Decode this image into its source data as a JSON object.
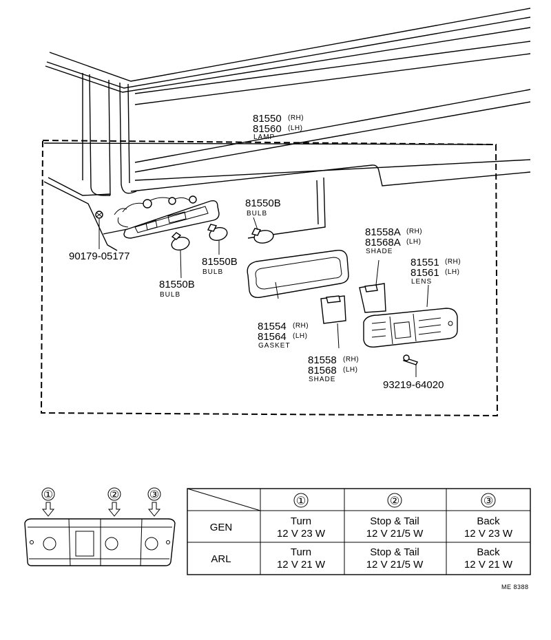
{
  "labels": {
    "lamp_rh": "81550",
    "lamp_rh_side": "(RH)",
    "lamp_lh": "81560",
    "lamp_lh_side": "(LH)",
    "lamp_name": "LAMP",
    "bulb_top_no": "81550B",
    "bulb_top_name": "BULB",
    "bulb_mid_no": "81550B",
    "bulb_mid_name": "BULB",
    "bulb_low_no": "81550B",
    "bulb_low_name": "BULB",
    "screw_left": "90179-05177",
    "shade_a_rh": "81558A",
    "shade_a_rh_side": "(RH)",
    "shade_a_lh": "81568A",
    "shade_a_lh_side": "(LH)",
    "shade_a_name": "SHADE",
    "lens_rh": "81551",
    "lens_rh_side": "(RH)",
    "lens_lh": "81561",
    "lens_lh_side": "(LH)",
    "lens_name": "LENS",
    "gasket_rh": "81554",
    "gasket_rh_side": "(RH)",
    "gasket_lh": "81564",
    "gasket_lh_side": "(LH)",
    "gasket_name": "GASKET",
    "shade_rh": "81558",
    "shade_rh_side": "(RH)",
    "shade_lh": "81568",
    "shade_lh_side": "(LH)",
    "shade_name": "SHADE",
    "screw_right": "93219-64020"
  },
  "lamp_positions": [
    "①",
    "②",
    "③"
  ],
  "table": {
    "headers": [
      "①",
      "②",
      "③"
    ],
    "rows": [
      {
        "name": "GEN",
        "cells": [
          [
            "Turn",
            "12 V 23 W"
          ],
          [
            "Stop & Tail",
            "12 V 21/5 W"
          ],
          [
            "Back",
            "12 V 23 W"
          ]
        ]
      },
      {
        "name": "ARL",
        "cells": [
          [
            "Turn",
            "12 V 21 W"
          ],
          [
            "Stop & Tail",
            "12 V 21/5 W"
          ],
          [
            "Back",
            "12 V 21 W"
          ]
        ]
      }
    ]
  },
  "figure_code": "ME 8388"
}
